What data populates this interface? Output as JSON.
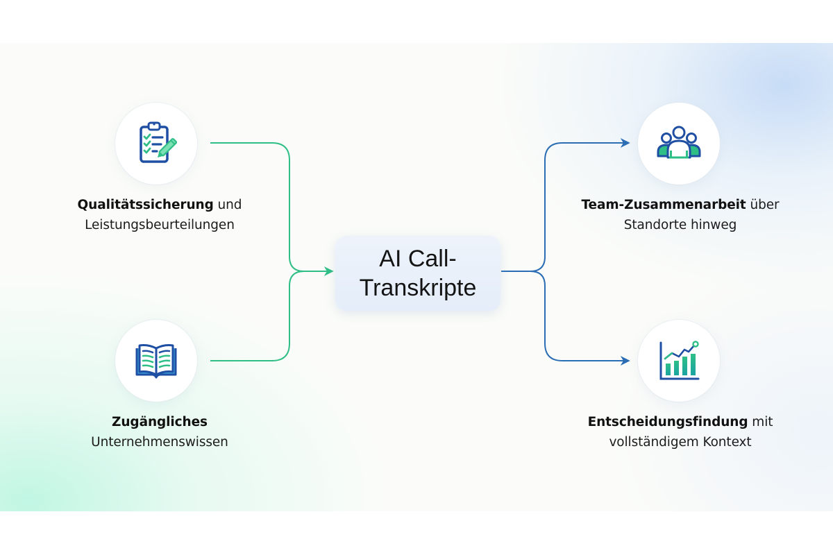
{
  "center": {
    "line1": "AI Call-",
    "line2": "Transkripte"
  },
  "nodes": [
    {
      "id": "quality",
      "side": "left",
      "icon": "clipboard-checklist-icon",
      "bold": "Qualitätssicherung",
      "rest_line1": " und",
      "line2": "Leistungsbeurteilungen"
    },
    {
      "id": "knowledge",
      "side": "left",
      "icon": "open-book-icon",
      "bold": "Zugängliches",
      "rest_line1": "",
      "line2": "Unternehmenswissen"
    },
    {
      "id": "team",
      "side": "right",
      "icon": "team-people-icon",
      "bold": "Team-Zusammenarbeit",
      "rest_line1": " über",
      "line2": "Standorte hinweg"
    },
    {
      "id": "decision",
      "side": "right",
      "icon": "growth-chart-icon",
      "bold": "Entscheidungsfindung",
      "rest_line1": " mit",
      "line2": "vollständigem Kontext"
    }
  ],
  "colors": {
    "input_connector": "#2fbf86",
    "output_connector": "#2a6db5",
    "icon_blue": "#1f4fa3",
    "icon_green": "#2fbf86",
    "icon_teal": "#1aa3a3",
    "text": "#1b1b1b",
    "center_box": "#e8eff9"
  }
}
